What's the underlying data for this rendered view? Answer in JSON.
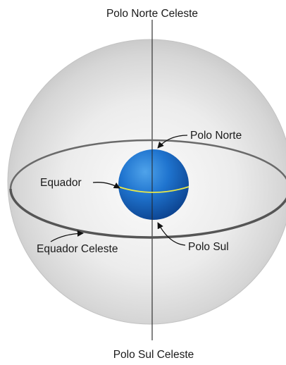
{
  "diagram": {
    "labels": {
      "north_celestial_pole": "Polo Norte Celeste",
      "south_celestial_pole": "Polo Sul Celeste",
      "north_pole": "Polo Norte",
      "south_pole": "Polo Sul",
      "equator": "Equador",
      "celestial_equator": "Equador Celeste"
    },
    "colors": {
      "celestial_sphere": "#dcdcdc",
      "earth": "#1565c0",
      "earth_equator": "#e8e84a",
      "celestial_equator_ring": "#555555",
      "axis": "#333333"
    }
  }
}
